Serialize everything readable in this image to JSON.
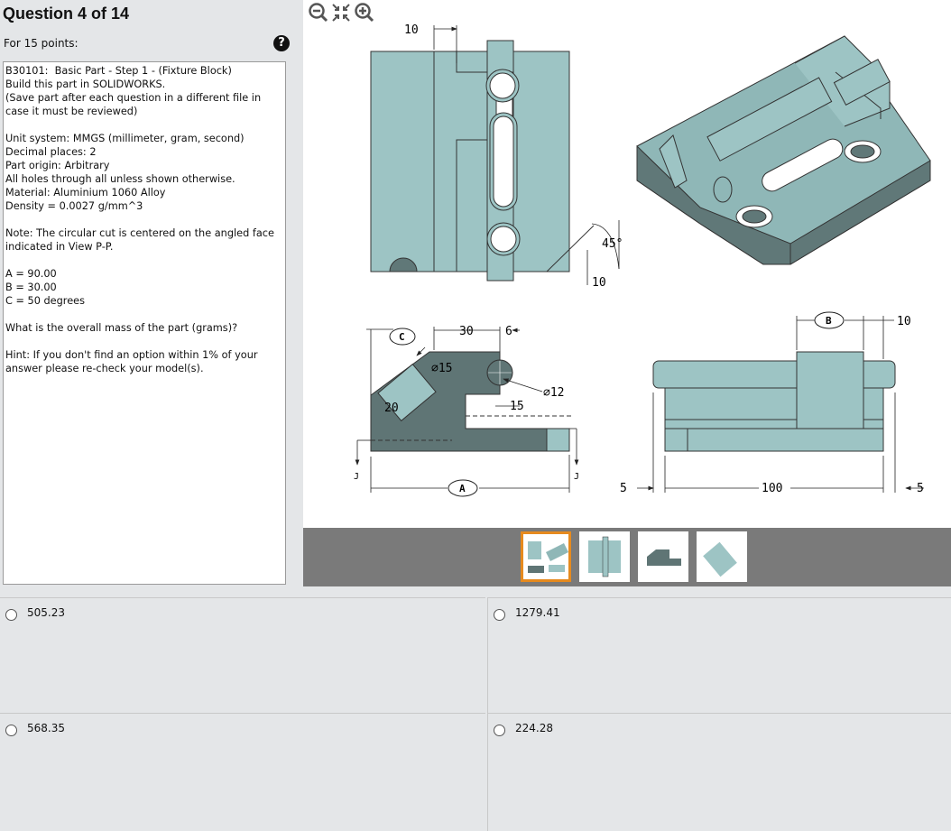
{
  "question": {
    "title": "Question 4 of 14",
    "points": "For 15 points:",
    "help_icon": "question-circle-icon",
    "text": "B30101:  Basic Part - Step 1 - (Fixture Block)\nBuild this part in SOLIDWORKS.\n(Save part after each question in a different file in case it must be reviewed)\n\nUnit system: MMGS (millimeter, gram, second)\nDecimal places: 2\nPart origin: Arbitrary\nAll holes through all unless shown otherwise.\nMaterial: Aluminium 1060 Alloy\nDensity = 0.0027 g/mm^3\n\nNote: The circular cut is centered on the angled face indicated in View P-P.\n\nA = 90.00\nB = 30.00\nC = 50 degrees\n\nWhat is the overall mass of the part (grams)?\n\nHint: If you don't find an option within 1% of your answer please re-check your model(s)."
  },
  "viewer": {
    "tools": [
      "zoom-out-icon",
      "fit-icon",
      "zoom-in-icon"
    ],
    "dims": {
      "top_view_10": "10",
      "angle_45": "45°",
      "bottom_10": "10",
      "c_label": "C",
      "d30": "30",
      "d6": "6",
      "phi15": "∅15",
      "phi12": "∅12",
      "d15": "15",
      "d20": "20",
      "j_left": "J",
      "j_right": "J",
      "a_label": "A",
      "b_label": "B",
      "r10": "10",
      "left5": "5",
      "d100": "100",
      "right5": "5"
    },
    "colors": {
      "part": "#9dc4c4",
      "part_dark": "#607878",
      "section": "#5f7575"
    }
  },
  "thumbnails": [
    "isometric-thumb",
    "top-view-thumb",
    "section-view-thumb",
    "angled-view-thumb"
  ],
  "answers": [
    {
      "label": "505.23"
    },
    {
      "label": "1279.41"
    },
    {
      "label": "568.35"
    },
    {
      "label": "224.28"
    }
  ]
}
